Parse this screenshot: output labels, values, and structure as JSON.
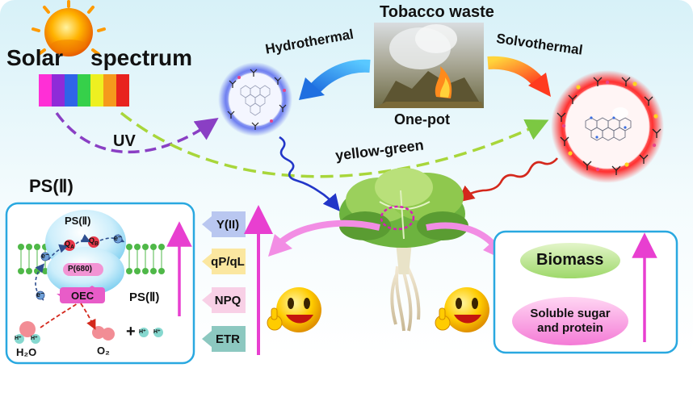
{
  "title": "Tobacco waste",
  "solar": {
    "left": "Solar",
    "right": "spectrum",
    "uv": "UV",
    "yellow_green": "yellow-green"
  },
  "methods": {
    "hydrothermal": "Hydrothermal",
    "solvothermal": "Solvothermal",
    "one_pot": "One-pot"
  },
  "ps_panel": {
    "title": "PS(Ⅱ)",
    "inner_title": "PS(Ⅱ)",
    "qa": "Q",
    "qa_sub": "A",
    "qb": "Q",
    "qb_sub": "B",
    "p680": "P(680)",
    "oec": "OEC",
    "electron": "e⁻",
    "h2o": "H₂O",
    "o2": "O₂",
    "h_plus": "H⁺",
    "plus": "+",
    "side_label": "PS(Ⅱ)"
  },
  "parameters": [
    "Y(II)",
    "qP/qL",
    "NPQ",
    "ETR"
  ],
  "outcomes": {
    "biomass": "Biomass",
    "sugar_line1": "Soluble sugar",
    "sugar_line2": "and protein"
  },
  "colors": {
    "uv_arrow": "#8a3fc4",
    "yellow_green_arrow": "#9acd32",
    "increase_arrow": "#e83fd0",
    "panel_border": "#29a8e0"
  }
}
